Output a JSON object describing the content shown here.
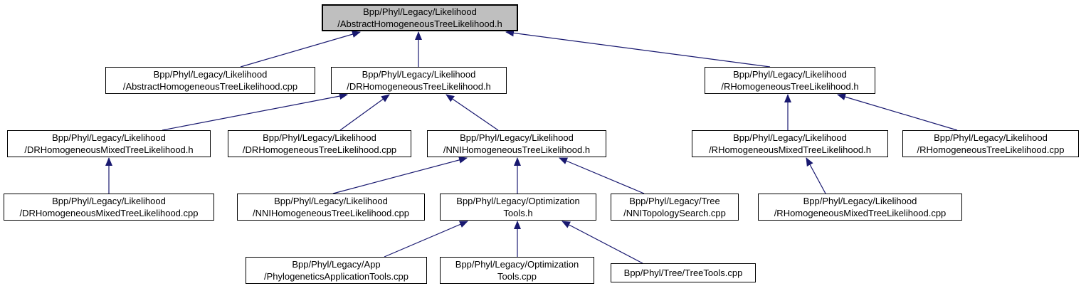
{
  "colors": {
    "background": "#ffffff",
    "edge": "#191970",
    "node_fill": "#ffffff",
    "node_border": "#000000",
    "highlight_fill": "#bfbfbf",
    "text": "#000000"
  },
  "graph": {
    "type": "include-dependency-graph",
    "nodes": [
      {
        "id": "root",
        "label": "Bpp/Phyl/Legacy/Likelihood\n/AbstractHomogeneousTreeLikelihood.h",
        "highlighted": true
      },
      {
        "id": "abstract_cpp",
        "label": "Bpp/Phyl/Legacy/Likelihood\n/AbstractHomogeneousTreeLikelihood.cpp",
        "highlighted": false
      },
      {
        "id": "dr_h",
        "label": "Bpp/Phyl/Legacy/Likelihood\n/DRHomogeneousTreeLikelihood.h",
        "highlighted": false
      },
      {
        "id": "r_h",
        "label": "Bpp/Phyl/Legacy/Likelihood\n/RHomogeneousTreeLikelihood.h",
        "highlighted": false
      },
      {
        "id": "dr_mixed_h",
        "label": "Bpp/Phyl/Legacy/Likelihood\n/DRHomogeneousMixedTreeLikelihood.h",
        "highlighted": false
      },
      {
        "id": "dr_cpp",
        "label": "Bpp/Phyl/Legacy/Likelihood\n/DRHomogeneousTreeLikelihood.cpp",
        "highlighted": false
      },
      {
        "id": "nni_h",
        "label": "Bpp/Phyl/Legacy/Likelihood\n/NNIHomogeneousTreeLikelihood.h",
        "highlighted": false
      },
      {
        "id": "r_mixed_h",
        "label": "Bpp/Phyl/Legacy/Likelihood\n/RHomogeneousMixedTreeLikelihood.h",
        "highlighted": false
      },
      {
        "id": "r_cpp",
        "label": "Bpp/Phyl/Legacy/Likelihood\n/RHomogeneousTreeLikelihood.cpp",
        "highlighted": false
      },
      {
        "id": "dr_mixed_cpp",
        "label": "Bpp/Phyl/Legacy/Likelihood\n/DRHomogeneousMixedTreeLikelihood.cpp",
        "highlighted": false
      },
      {
        "id": "nni_cpp",
        "label": "Bpp/Phyl/Legacy/Likelihood\n/NNIHomogeneousTreeLikelihood.cpp",
        "highlighted": false
      },
      {
        "id": "opt_h",
        "label": "Bpp/Phyl/Legacy/Optimization\nTools.h",
        "highlighted": false
      },
      {
        "id": "nni_topo_cpp",
        "label": "Bpp/Phyl/Legacy/Tree\n/NNITopologySearch.cpp",
        "highlighted": false
      },
      {
        "id": "r_mixed_cpp",
        "label": "Bpp/Phyl/Legacy/Likelihood\n/RHomogeneousMixedTreeLikelihood.cpp",
        "highlighted": false
      },
      {
        "id": "phylo_app_cpp",
        "label": "Bpp/Phyl/Legacy/App\n/PhylogeneticsApplicationTools.cpp",
        "highlighted": false
      },
      {
        "id": "opt_cpp",
        "label": "Bpp/Phyl/Legacy/Optimization\nTools.cpp",
        "highlighted": false
      },
      {
        "id": "treetools_cpp",
        "label": "Bpp/Phyl/Tree/TreeTools.cpp",
        "highlighted": false
      }
    ],
    "edges": [
      {
        "from": "abstract_cpp",
        "to": "root"
      },
      {
        "from": "dr_h",
        "to": "root"
      },
      {
        "from": "r_h",
        "to": "root"
      },
      {
        "from": "dr_mixed_h",
        "to": "dr_h"
      },
      {
        "from": "dr_cpp",
        "to": "dr_h"
      },
      {
        "from": "nni_h",
        "to": "dr_h"
      },
      {
        "from": "r_mixed_h",
        "to": "r_h"
      },
      {
        "from": "r_cpp",
        "to": "r_h"
      },
      {
        "from": "dr_mixed_cpp",
        "to": "dr_mixed_h"
      },
      {
        "from": "nni_cpp",
        "to": "nni_h"
      },
      {
        "from": "opt_h",
        "to": "nni_h"
      },
      {
        "from": "nni_topo_cpp",
        "to": "nni_h"
      },
      {
        "from": "r_mixed_cpp",
        "to": "r_mixed_h"
      },
      {
        "from": "phylo_app_cpp",
        "to": "opt_h"
      },
      {
        "from": "opt_cpp",
        "to": "opt_h"
      },
      {
        "from": "treetools_cpp",
        "to": "opt_h"
      }
    ]
  }
}
